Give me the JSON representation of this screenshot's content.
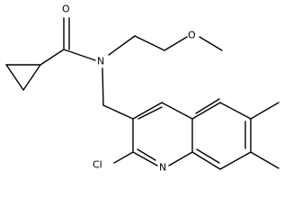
{
  "molecule": {
    "atoms": {
      "carbonyl_oxygen": "O",
      "amide_nitrogen": "N",
      "ether_oxygen": "O",
      "chlorine": "Cl",
      "ring_nitrogen": "N"
    }
  }
}
